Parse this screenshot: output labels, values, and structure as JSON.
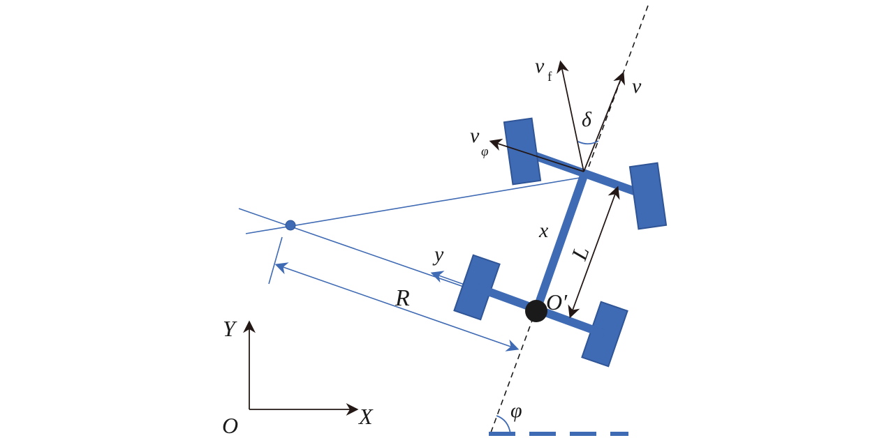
{
  "labels": {
    "v_f_main": "v",
    "v_f_sub": "f",
    "v": "v",
    "delta": "δ",
    "v_phi_main": "v",
    "v_phi_sub": "φ",
    "x_axis": "x",
    "y_axis": "y",
    "L": "L",
    "O_prime": "O′",
    "R": "R",
    "Y": "Y",
    "X": "X",
    "O": "O",
    "phi": "φ"
  },
  "colors": {
    "blue": "#3f6ab4",
    "blue_edge": "#2f5597",
    "arrow_black": "#231815",
    "dark": "#1a1a1a"
  }
}
